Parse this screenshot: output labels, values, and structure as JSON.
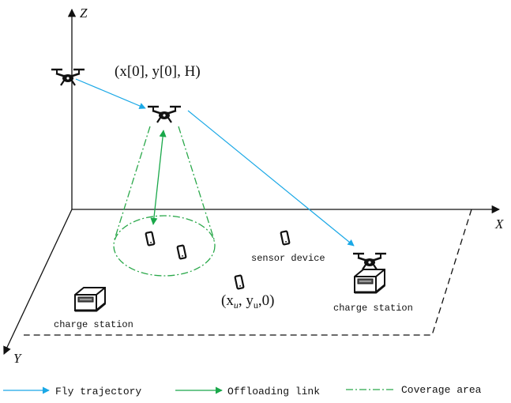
{
  "axes": {
    "z": "Z",
    "x": "X",
    "y": "Y"
  },
  "labels": {
    "uav_start": "(x[0], y[0], H)",
    "sensor_device": "sensor device",
    "user_position": "(x",
    "user_position_sub": "u",
    "user_position_mid": ", y",
    "user_position_sub2": "u",
    "user_position_end": ",0)",
    "charge_station_left": "charge station",
    "charge_station_right": "charge station"
  },
  "legend": {
    "fly_trajectory": "Fly trajectory",
    "offloading_link": "Offloading link",
    "coverage_area": "Coverage area"
  },
  "colors": {
    "trajectory": "#1aa8e6",
    "offloading": "#1aa84a",
    "coverage": "#2aa84a",
    "ink": "#111111"
  },
  "icons": {
    "uav": "drone-icon",
    "device": "phone-icon",
    "station": "charge-station-icon"
  }
}
